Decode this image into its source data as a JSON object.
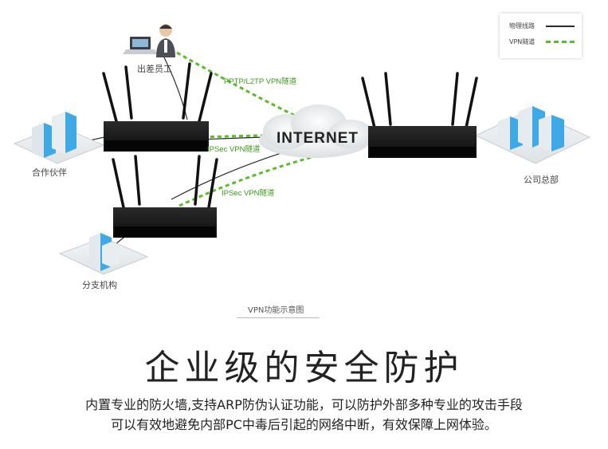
{
  "diagram": {
    "internet_label": "INTERNET",
    "caption": "VPN功能示意图",
    "nodes": {
      "travel_employee": "出差员工",
      "partner": "合作伙伴",
      "branch": "分支机构",
      "headquarters": "公司总部"
    },
    "tunnels": {
      "pptp": "PPTP/L2TP VPN隧道",
      "ipsec_partner": "IPSec VPN隧道",
      "ipsec_branch": "IPSec  VPN隧道"
    },
    "legend": {
      "physical": "物理线路",
      "vpn": "VPN隧道"
    },
    "colors": {
      "tunnel": "#5dbb2a",
      "physical": "#2a2a2a",
      "building": "#3fa9e6"
    }
  },
  "headline": "企业级的安全防护",
  "body": {
    "line1": "内置专业的防火墙,支持ARP防伪认证功能，可以防护外部多种专业的攻击手段",
    "line2": "可以有效地避免内部PC中毒后引起的网络中断，有效保障上网体验。"
  }
}
